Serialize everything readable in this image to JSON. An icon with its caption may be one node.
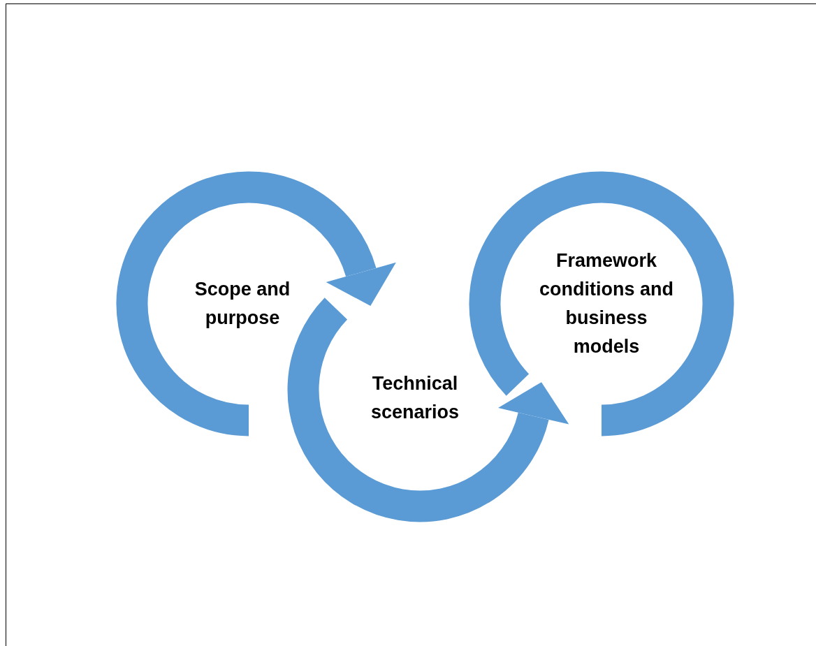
{
  "diagram": {
    "nodes": [
      {
        "text": [
          "Scope and purpose"
        ]
      },
      {
        "text": [
          "Technical scenarios"
        ]
      },
      {
        "text": [
          "Framework conditions and business models"
        ]
      }
    ],
    "edges": [
      {
        "from": 0,
        "to": 1,
        "arrow": "to"
      },
      {
        "from": 1,
        "to": 2,
        "arrow": "to"
      }
    ]
  }
}
